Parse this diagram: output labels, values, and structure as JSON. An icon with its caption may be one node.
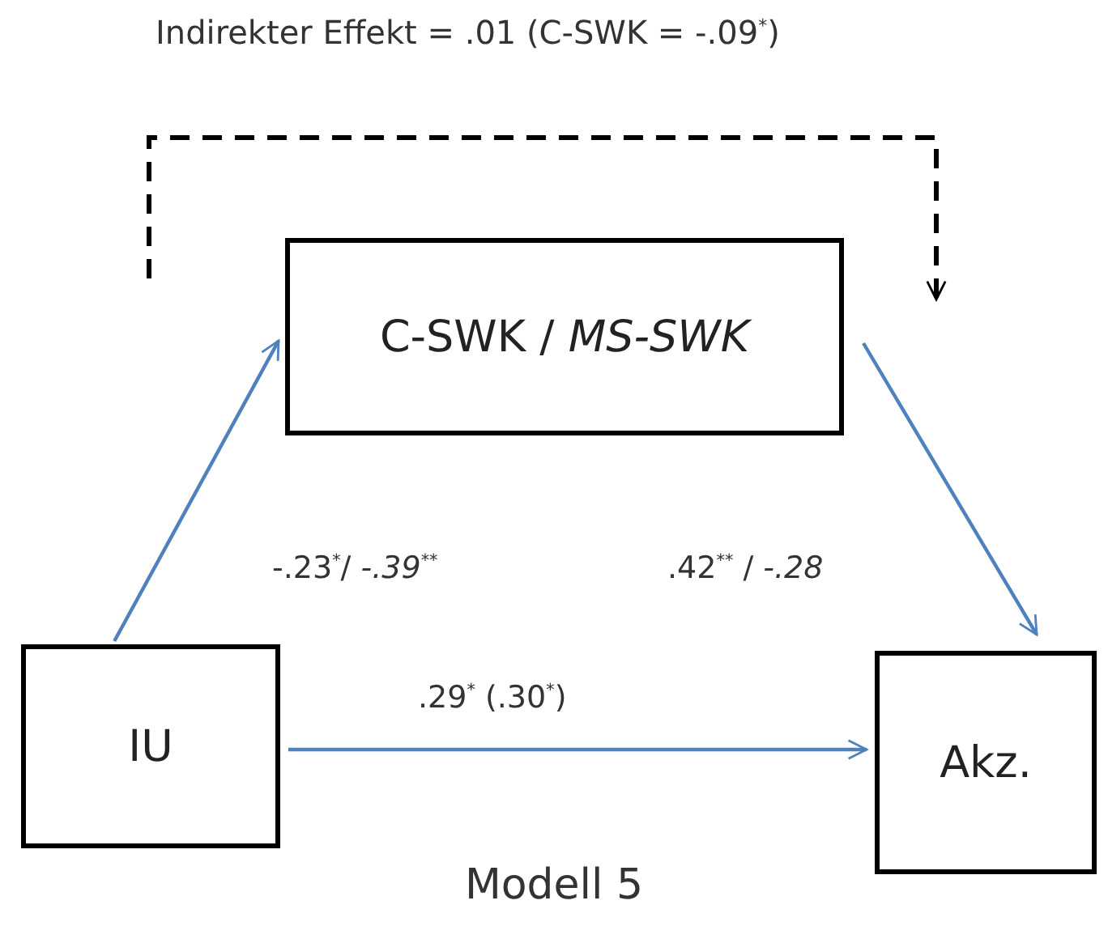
{
  "diagram": {
    "caption": "Modell 5",
    "nodes": [
      {
        "text": [
          "C-SWK / *MS-SWK*"
        ]
      },
      {
        "text": [
          "IU"
        ]
      },
      {
        "text": [
          "Akz."
        ]
      }
    ],
    "edges": [
      {
        "from": 1,
        "to": 0,
        "arrow": "to",
        "label": "-.23$^{*}$/ *-.39*$^{**}$"
      },
      {
        "from": 0,
        "to": 2,
        "arrow": "to",
        "label": ".42$^{**}$ / *-.28*"
      },
      {
        "from": 1,
        "to": 2,
        "arrow": "to",
        "label": ".29$^{*}$ (.30$^{*}$)"
      }
    ],
    "labels": [
      "Indirekter Effekt = .01 (C-SWK = -.09$^{*}$)"
    ]
  }
}
